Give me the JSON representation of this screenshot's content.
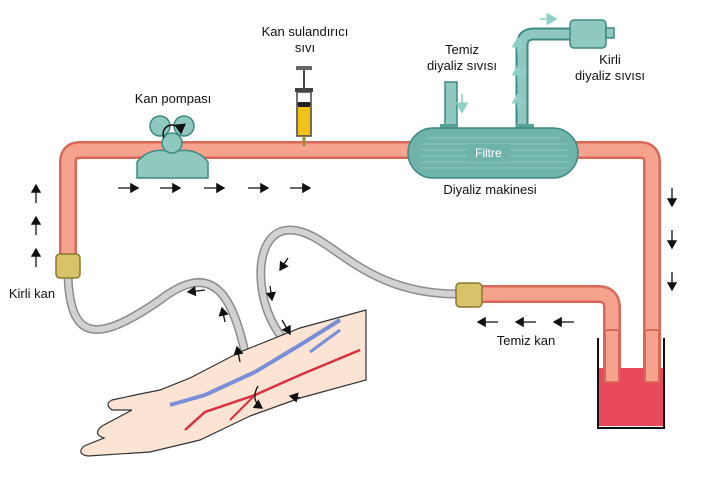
{
  "labels": {
    "blood_pump": "Kan pompası",
    "diluent_line1": "Kan sulandırıcı",
    "diluent_line2": "sıvı",
    "fresh_line1": "Temiz",
    "fresh_line2": "diyaliz sıvısı",
    "used_line1": "Kirli",
    "used_line2": "diyaliz sıvısı",
    "filter": "Filtre",
    "machine": "Diyaliz makinesi",
    "dirty_blood": "Kirli kan",
    "clean_blood": "Temiz kan"
  },
  "colors": {
    "tube_pink": "#f5a28f",
    "tube_edge": "#d9685a",
    "teal": "#6fb3ab",
    "teal_dark": "#3f8a82",
    "grey_tube": "#c8c8c8",
    "connector": "#d9c36a",
    "reservoir_blood": "#e8495a",
    "syringe_fluid": "#f2c21a",
    "skin": "#fbe4d4",
    "vein": "#7b8fd6",
    "artery": "#d8313d"
  },
  "icons": [
    "pump-rollers-icon",
    "syringe-icon",
    "filter-cartridge-icon",
    "connector-icon",
    "reservoir-icon",
    "arm-illustration"
  ]
}
